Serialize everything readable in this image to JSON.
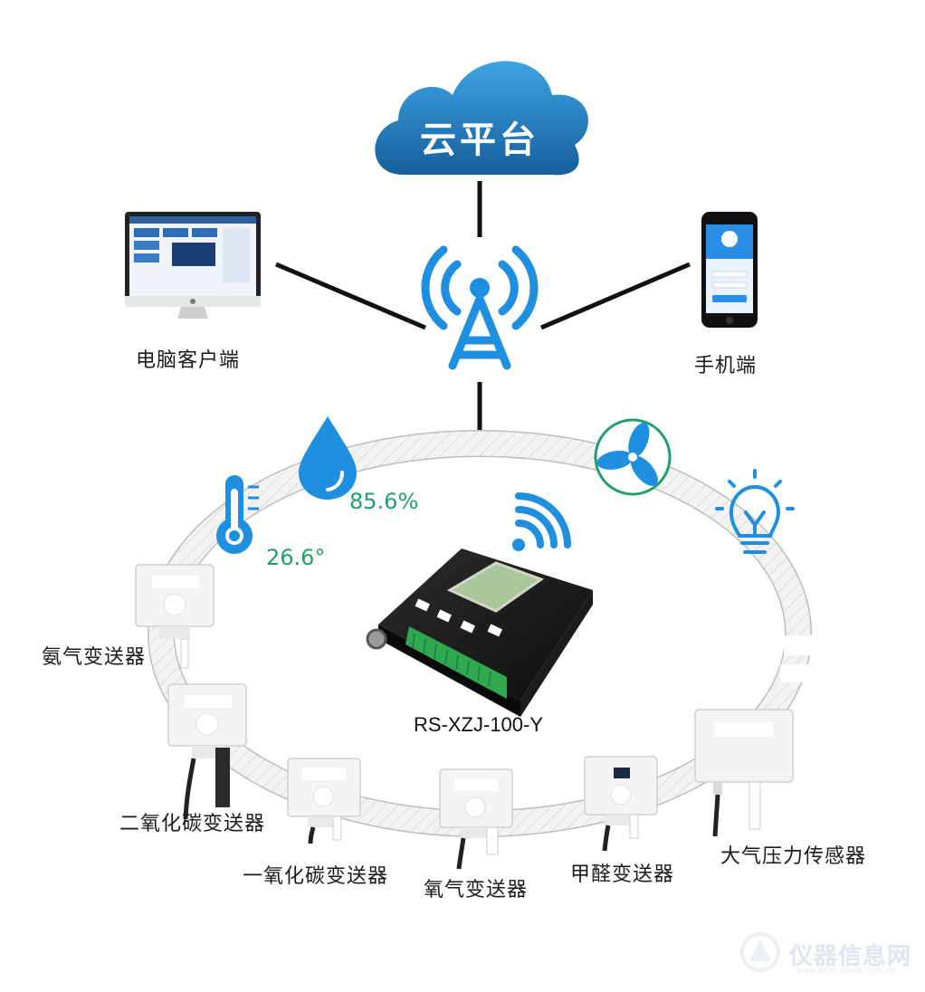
{
  "cloud": {
    "label": "云平台",
    "color": "#1f7fc6"
  },
  "clients": {
    "pc": {
      "label": "电脑客户端"
    },
    "phone": {
      "label": "手机端"
    }
  },
  "readings": {
    "humidity": "85.6%",
    "temperature": "26.6°"
  },
  "controller": {
    "model": "RS-XZJ-100-Y"
  },
  "sensors": [
    {
      "label": "氨气变送器"
    },
    {
      "label": "二氧化碳变送器"
    },
    {
      "label": "一氧化碳变送器"
    },
    {
      "label": "氧气变送器"
    },
    {
      "label": "甲醛变送器"
    },
    {
      "label": "大气压力传感器"
    }
  ],
  "watermark": {
    "text": "仪器信息网",
    "sub": "www.instrument.com.cn"
  },
  "colors": {
    "accent_blue": "#1f8fe0",
    "value_green": "#22a06b",
    "line": "#111111"
  }
}
